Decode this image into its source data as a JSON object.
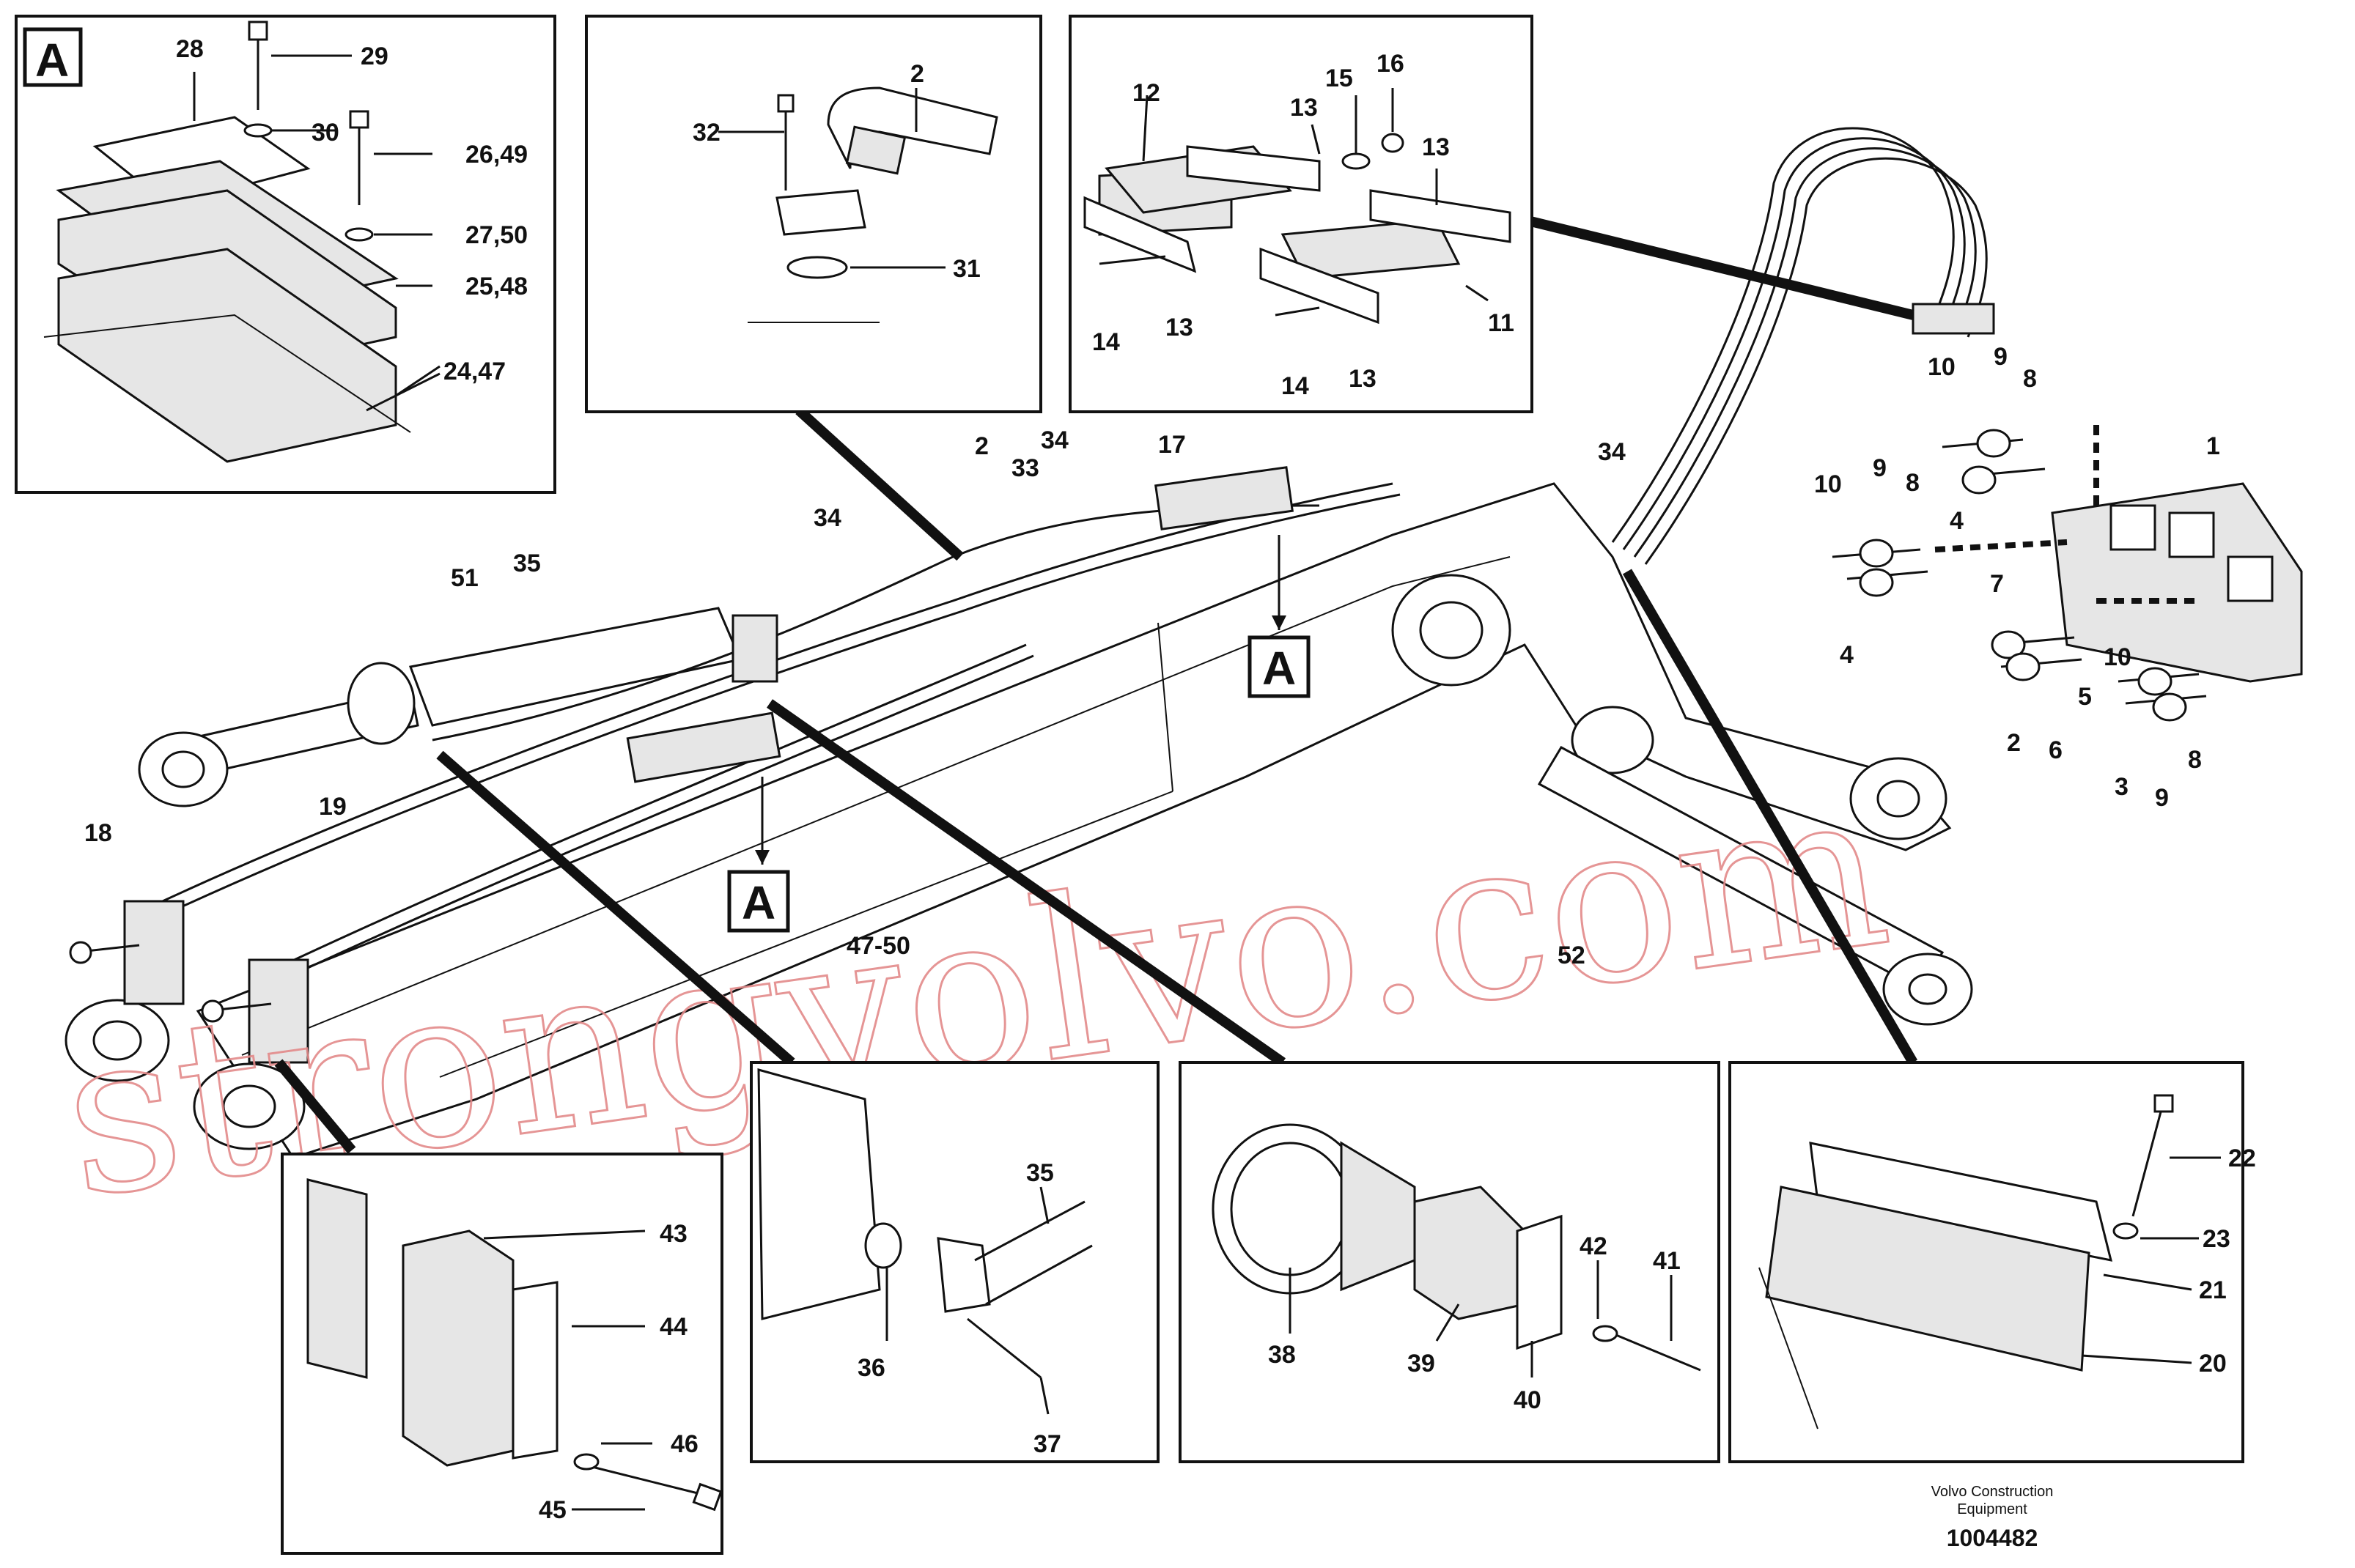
{
  "footer": {
    "company_line1": "Volvo Construction",
    "company_line2": "Equipment",
    "drawing_number": "1004482"
  },
  "watermark": "strongvolvo.com",
  "section_marker": "A",
  "labels": {
    "n1": "1",
    "n2": "2",
    "n3": "3",
    "n4": "4",
    "n5": "5",
    "n6": "6",
    "n7": "7",
    "n8": "8",
    "n9": "9",
    "n10": "10",
    "n11": "11",
    "n12": "12",
    "n13": "13",
    "n14": "14",
    "n15": "15",
    "n16": "16",
    "n17": "17",
    "n18": "18",
    "n19": "19",
    "n20": "20",
    "n21": "21",
    "n22": "22",
    "n23": "23",
    "n25_48": "25,48",
    "n24_47": "24,47",
    "n26_49": "26,49",
    "n27_50": "27,50",
    "n28": "28",
    "n29": "29",
    "n30": "30",
    "n31": "31",
    "n32": "32",
    "n33": "33",
    "n34": "34",
    "n35": "35",
    "n36": "36",
    "n37": "37",
    "n38": "38",
    "n39": "39",
    "n40": "40",
    "n41": "41",
    "n42": "42",
    "n43": "43",
    "n44": "44",
    "n45": "45",
    "n46": "46",
    "n47_50": "47-50",
    "n51": "51",
    "n52": "52"
  }
}
